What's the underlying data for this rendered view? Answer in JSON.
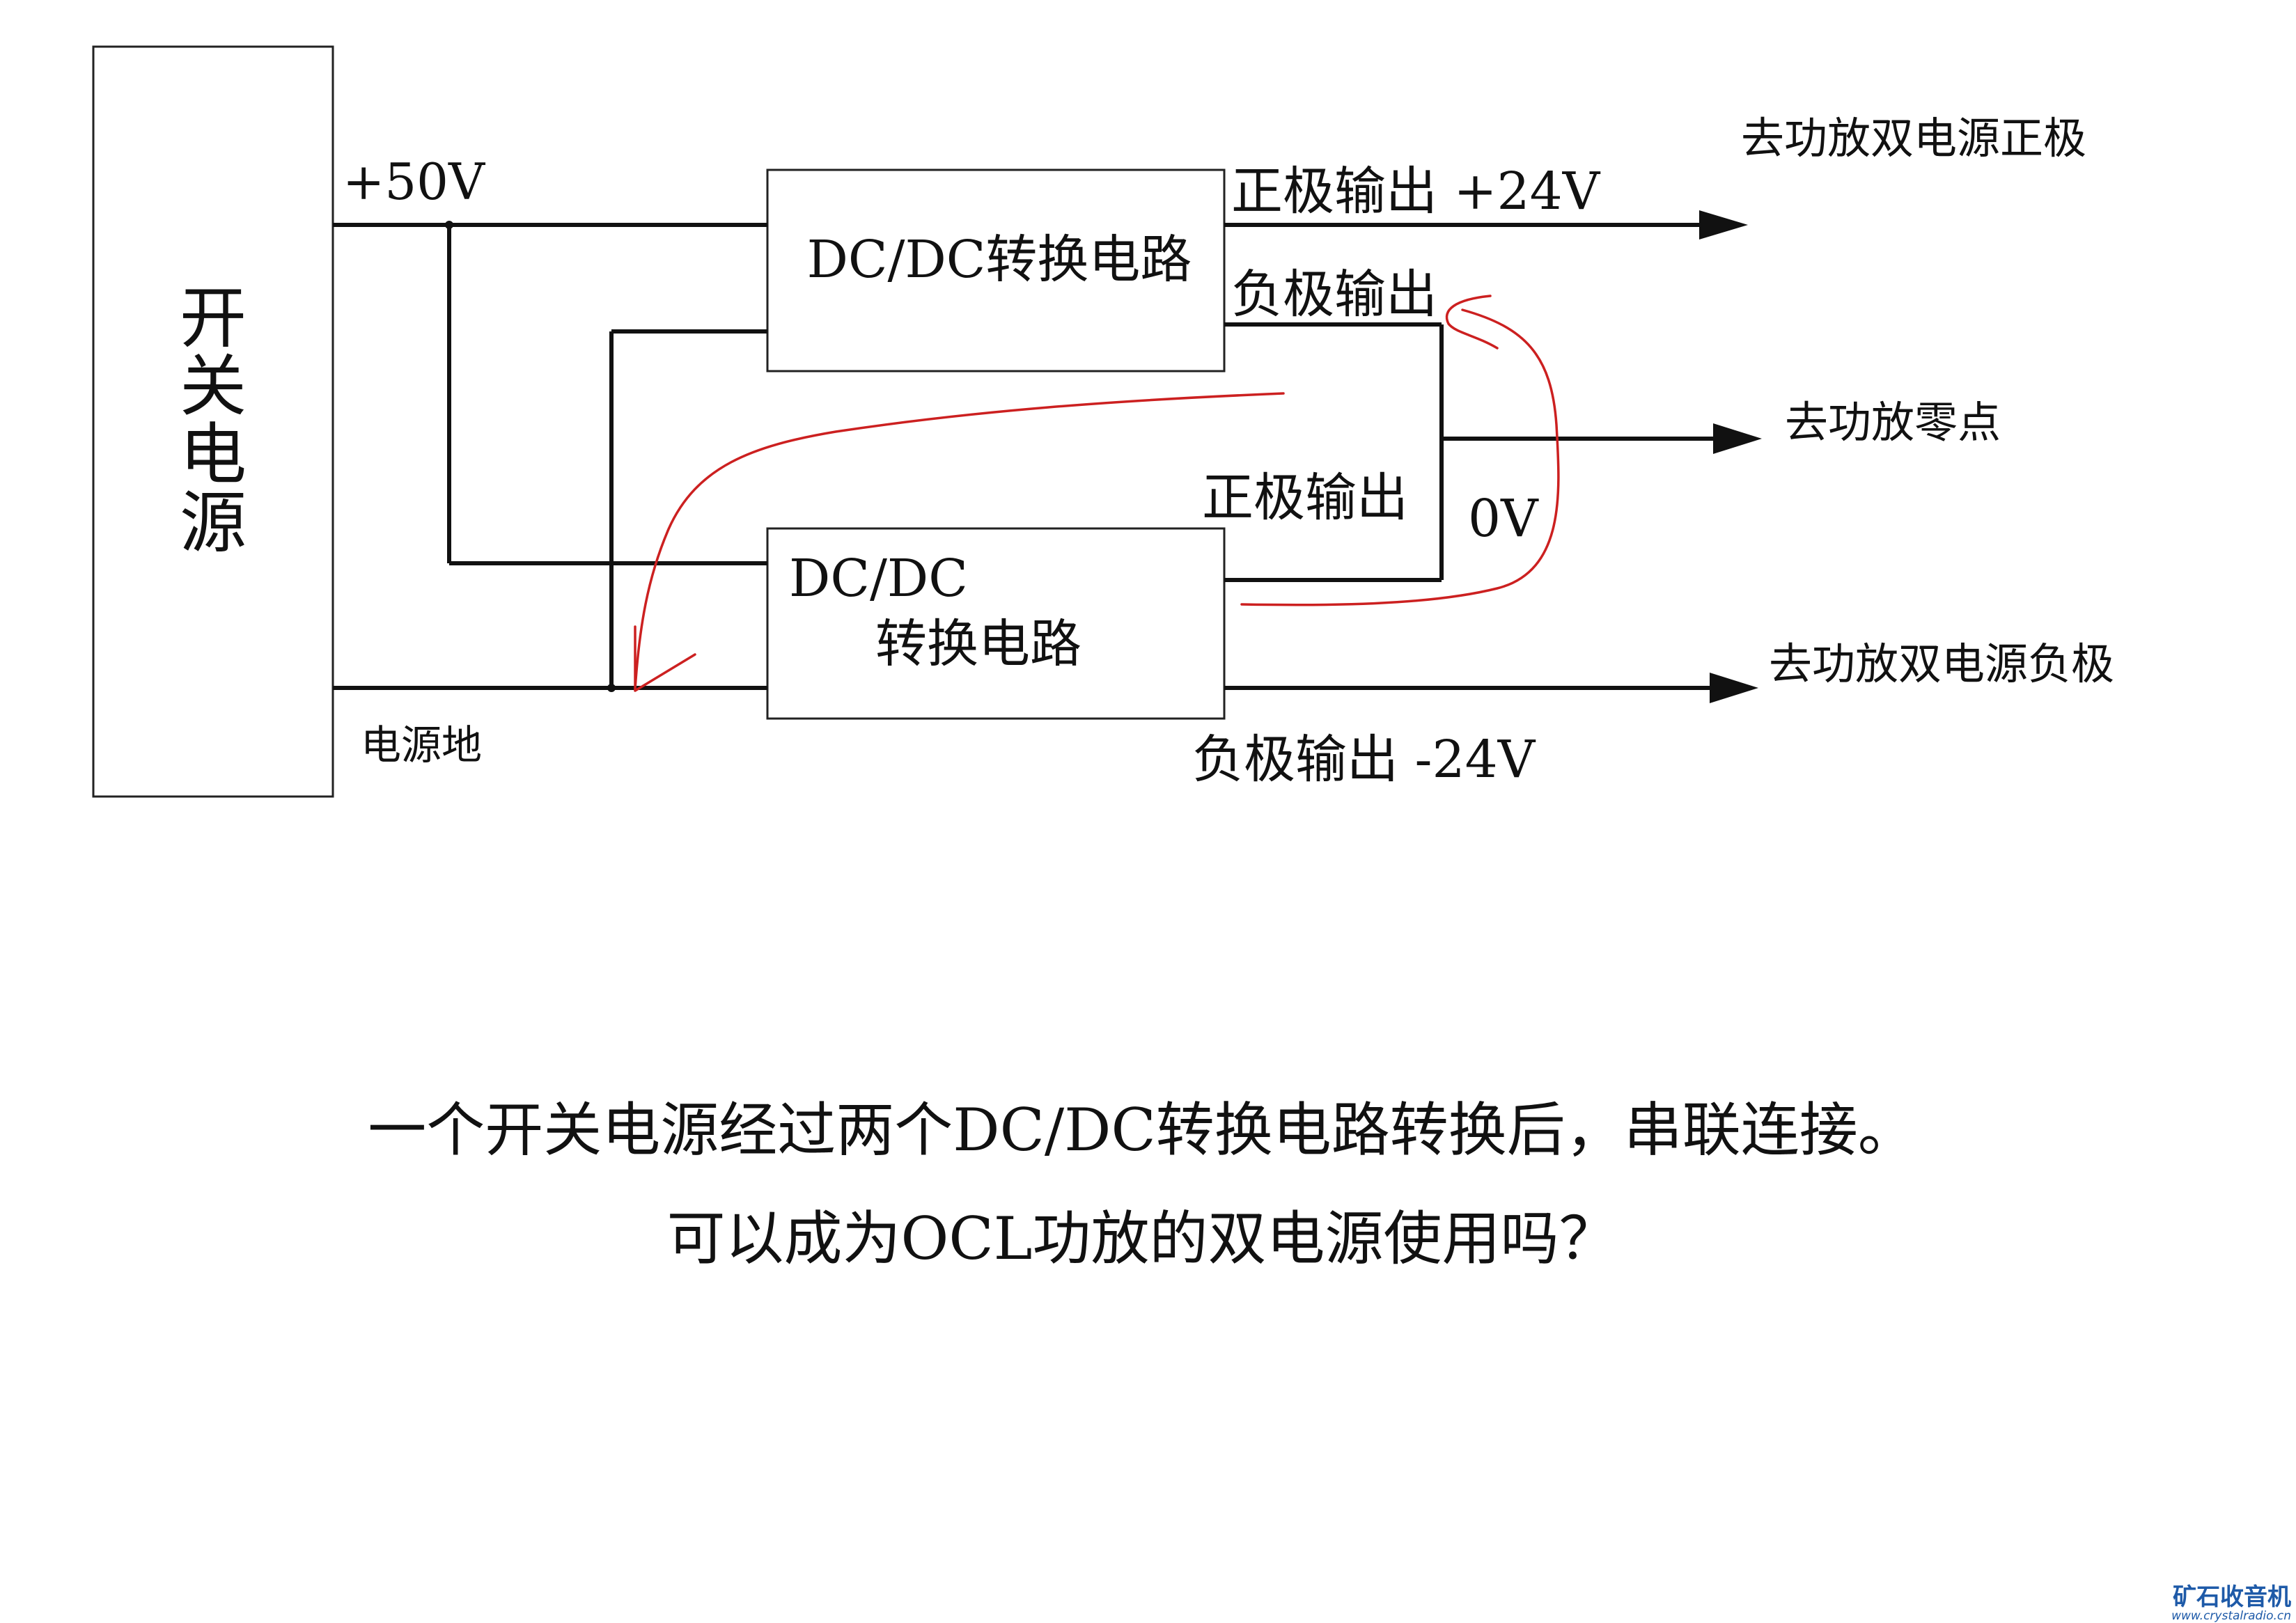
{
  "diagram": {
    "blocks": {
      "power_supply": "开关电源",
      "converter_top": "DC/DC转换电路",
      "converter_bottom_line1": "DC/DC",
      "converter_bottom_line2": "转换电路"
    },
    "labels": {
      "plus50v": "+50V",
      "power_ground": "电源地",
      "top_positive_output": "正极输出 +24V",
      "top_negative_output": "负极输出",
      "bottom_positive_output": "正极输出",
      "zero_volt": "0V",
      "bottom_negative_output": "负极输出 -24V"
    },
    "destinations": {
      "to_amp_positive": "去功放双电源正极",
      "to_amp_zero": "去功放零点",
      "to_amp_negative": "去功放双电源负极"
    }
  },
  "question": {
    "line1": "一个开关电源经过两个DC/DC转换电路转换后，串联连接。",
    "line2": "可以成为OCL功放的双电源使用吗？"
  },
  "watermark": {
    "name": "矿石收音机",
    "site": "www.crystalradio.cn"
  },
  "colors": {
    "wire": "#111111",
    "annotation": "#cc2020",
    "watermark": "#1e5aa8"
  }
}
